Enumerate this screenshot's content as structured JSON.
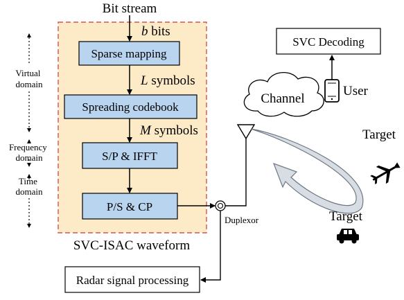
{
  "input": {
    "title": "Bit stream"
  },
  "steps": [
    {
      "var": "b",
      "text": " bits"
    },
    {
      "var": "L",
      "text": " symbols"
    },
    {
      "var": "M",
      "text": " symbols"
    }
  ],
  "blocks": {
    "sparse_mapping": "Sparse mapping",
    "spreading_codebook": "Spreading codebook",
    "sp_ifft": "S/P & IFFT",
    "ps_cp": "P/S & CP"
  },
  "domains": {
    "virtual": [
      "Virtual",
      "domain"
    ],
    "frequency": [
      "Frequency",
      "domain"
    ],
    "time": [
      "Time",
      "domain"
    ]
  },
  "waveform_label": "SVC-ISAC waveform",
  "duplexor_label": "Duplexor",
  "channel_label": "Channel",
  "user_label": "User",
  "decoding_label": "SVC Decoding",
  "radar_label": "Radar signal processing",
  "targets": {
    "aircraft": "Target",
    "car": "Target"
  },
  "colors": {
    "waveform_fill": "#fdebc8",
    "waveform_border": "#d9534f",
    "block_fill": "#b8d4ee",
    "beam_fill": "#d8dde3"
  }
}
